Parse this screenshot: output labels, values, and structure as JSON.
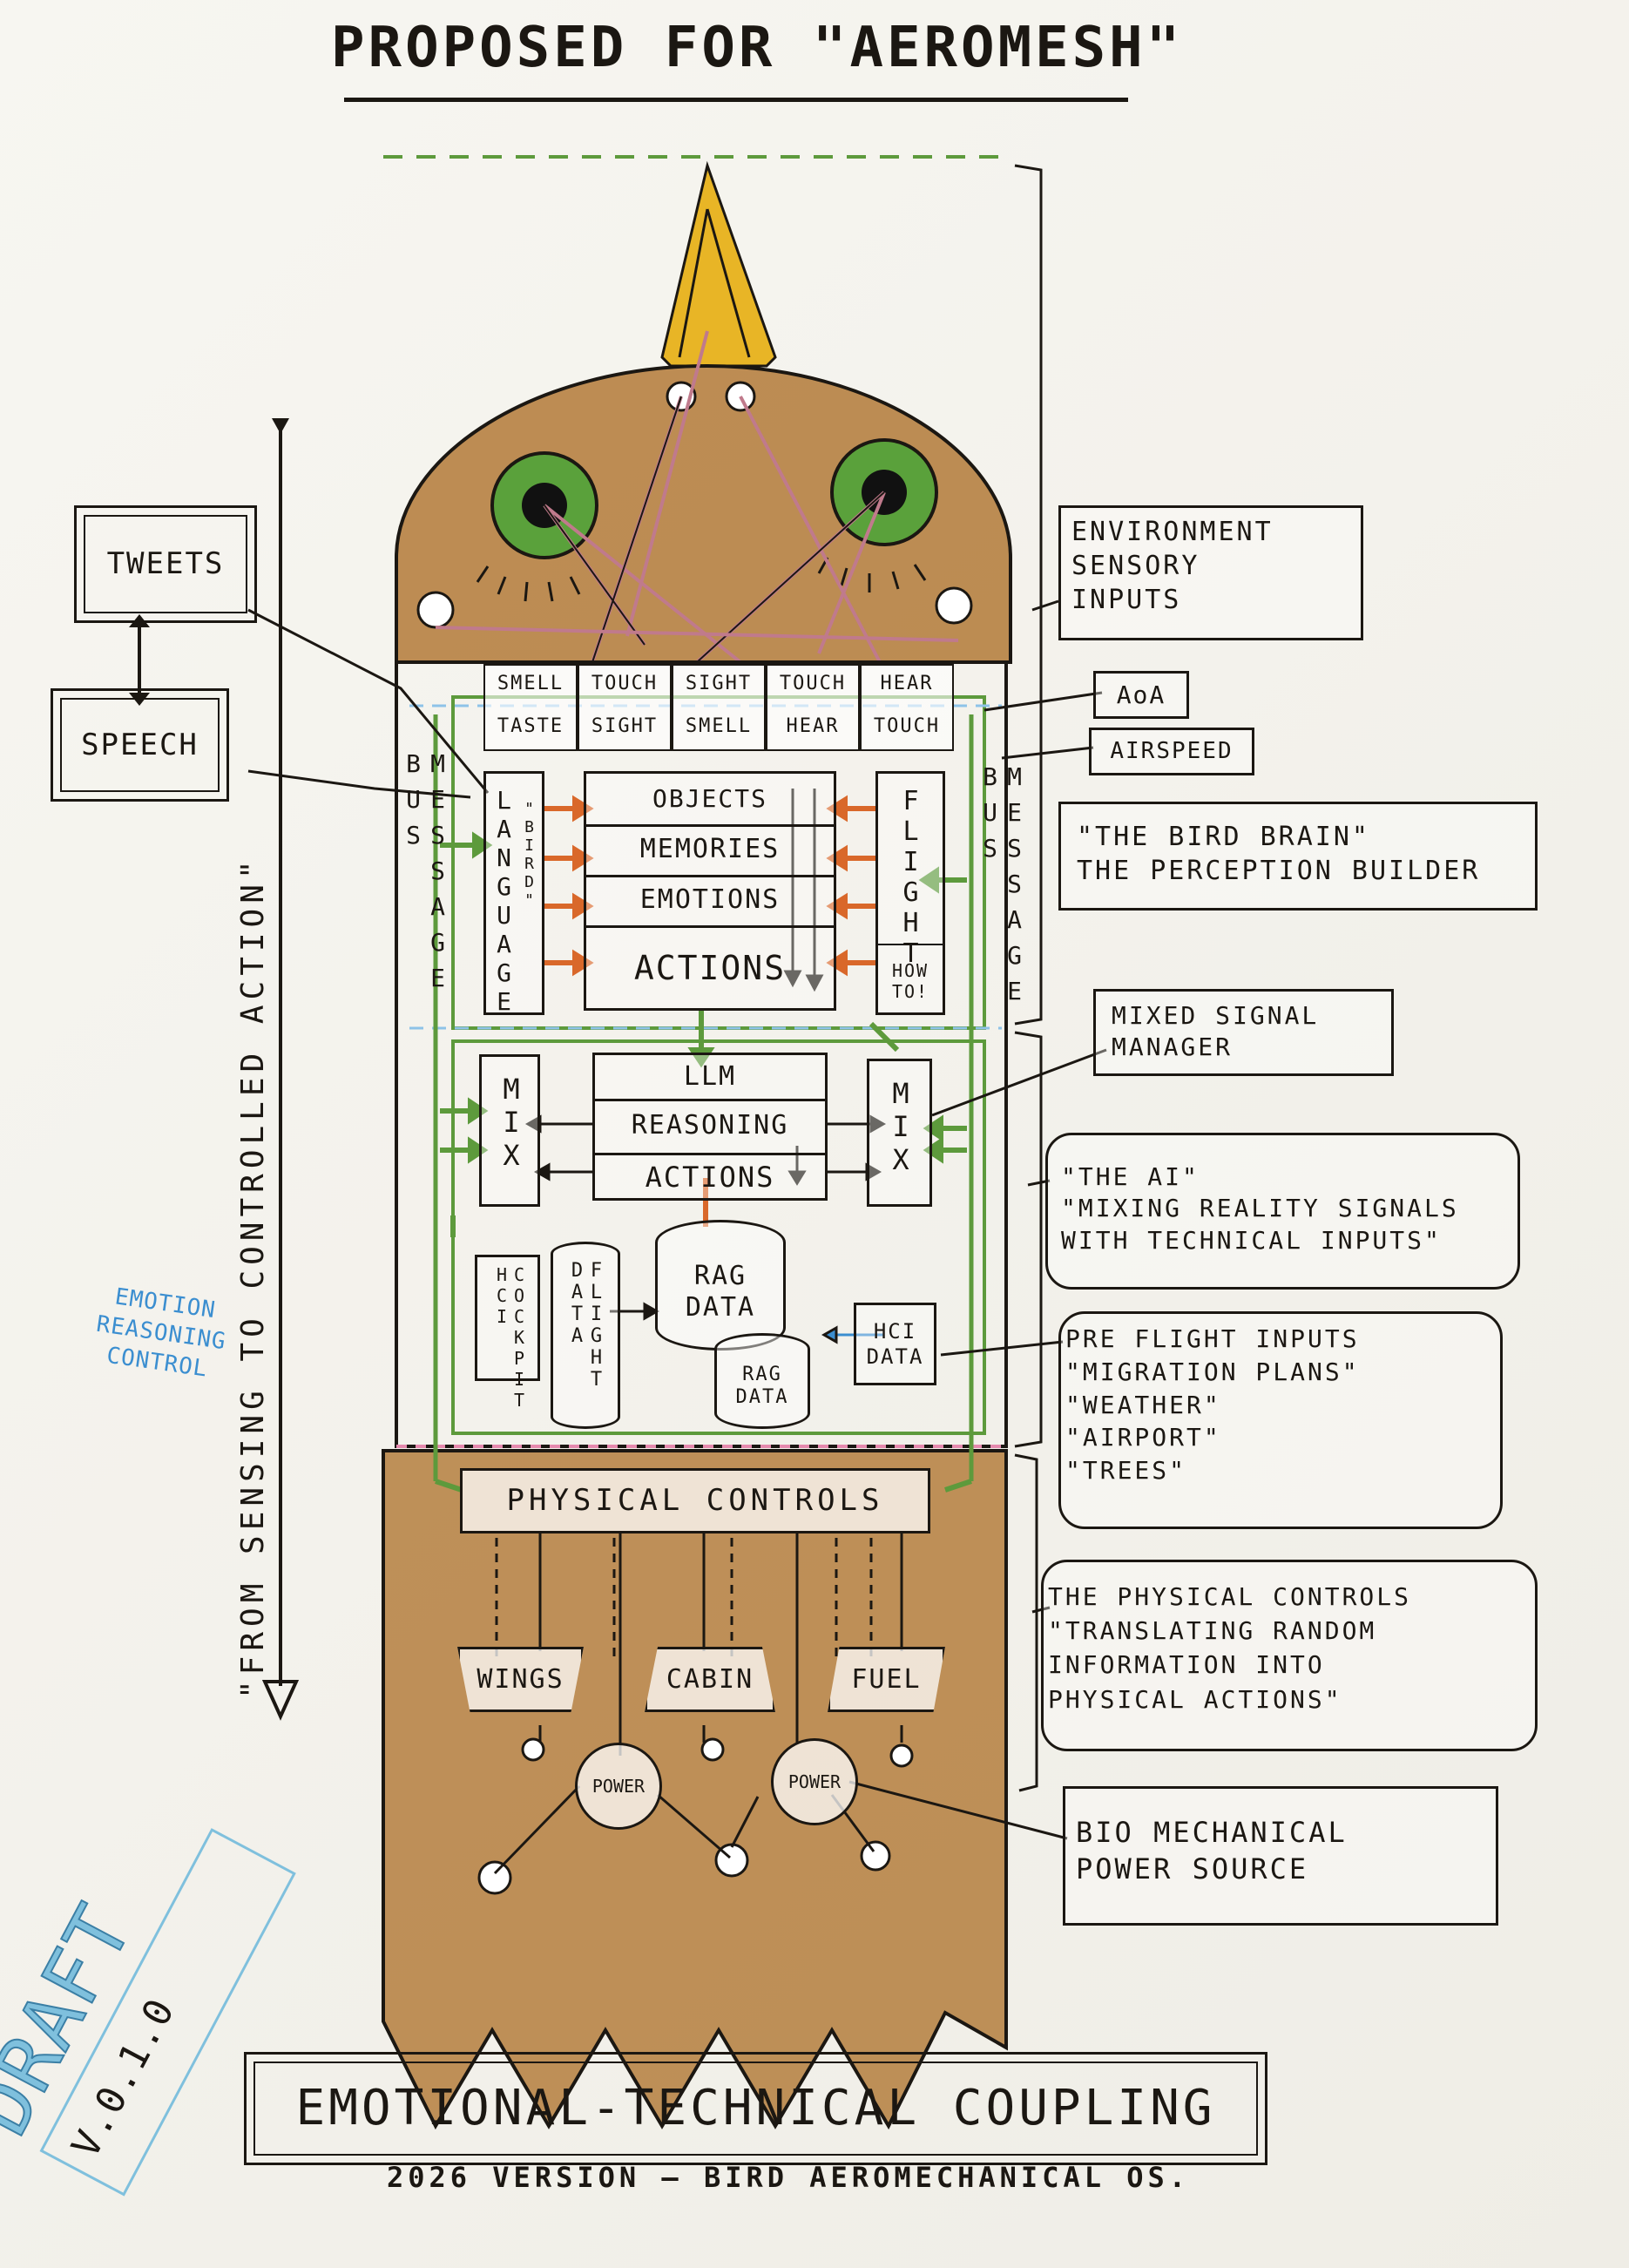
{
  "title": "PROPOSED FOR \"AEROMESH\"",
  "side_arrow_label": "\"FROM SENSING TO CONTROLLED ACTION\"",
  "left_boxes": {
    "tweets": "TWEETS",
    "speech": "SPEECH"
  },
  "blue_note": "EMOTION\nREASONING\nCONTROL",
  "draft_stamp": {
    "word": "DRAFT",
    "version": "V.0.1.0"
  },
  "senses": [
    {
      "top": "SMELL",
      "bottom": "TASTE"
    },
    {
      "top": "TOUCH",
      "bottom": "SIGHT"
    },
    {
      "top": "SIGHT",
      "bottom": "SMELL"
    },
    {
      "top": "TOUCH",
      "bottom": "HEAR"
    },
    {
      "top": "HEAR",
      "bottom": "TOUCH"
    }
  ],
  "message_bus_left": "MESSAGE BUS",
  "message_bus_right": "MESSAGE BUS",
  "language_box": "LANGUAGE",
  "bird_sub": "\"BIRD\"",
  "brain_rows": [
    "OBJECTS",
    "MEMORIES",
    "EMOTIONS",
    "ACTIONS"
  ],
  "flight_box": "FLIGHT",
  "how_to": "HOW\nTO!",
  "mix_left": "MIX",
  "mix_right": "MIX",
  "llm_rows": [
    "LLM",
    "REASONING",
    "ACTIONS"
  ],
  "cockpit_hci": "COCKPIT HCI",
  "flight_data": "FLIGHT DATA",
  "rag_data_main": "RAG\nDATA",
  "rag_data_small": "RAG\nDATA",
  "hci_data": "HCI\nDATA",
  "physical_controls_bar": "PHYSICAL CONTROLS",
  "actuators": [
    "WINGS",
    "CABIN",
    "FUEL"
  ],
  "power_nodes": [
    "POWER",
    "POWER"
  ],
  "right_notes": {
    "environment": "ENVIRONMENT\nSENSORY\nINPUTS",
    "aoa": "AoA",
    "airspeed": "AIRSPEED",
    "bird_brain": "\"THE BIRD BRAIN\"\nTHE PERCEPTION BUILDER",
    "mixed_signal": "MIXED SIGNAL\nMANAGER",
    "the_ai": "\"THE AI\"\n\"MIXING REALITY SIGNALS\nWITH TECHNICAL INPUTS\"",
    "pre_flight": "PRE FLIGHT INPUTS\n\"MIGRATION PLANS\"\n\"WEATHER\"\n\"AIRPORT\"\n\"TREES\"",
    "physical_controls": "THE PHYSICAL CONTROLS\n\"TRANSLATING RANDOM\nINFORMATION INTO\nPHYSICAL ACTIONS\"",
    "bio_power": "BIO MECHANICAL\nPOWER SOURCE"
  },
  "footer_title": "EMOTIONAL-TECHNICAL COUPLING",
  "footer_sub": "2026 VERSION — BIRD AEROMECHANICAL OS.",
  "colors": {
    "ink": "#1b1712",
    "brown_wash": "#a9691f",
    "beak_yellow": "#e8b526",
    "eye_green": "#5aa13b",
    "bus_green": "#5d9a3c",
    "arrow_orange": "#d9682a",
    "blue_note": "#3b8ed0"
  }
}
